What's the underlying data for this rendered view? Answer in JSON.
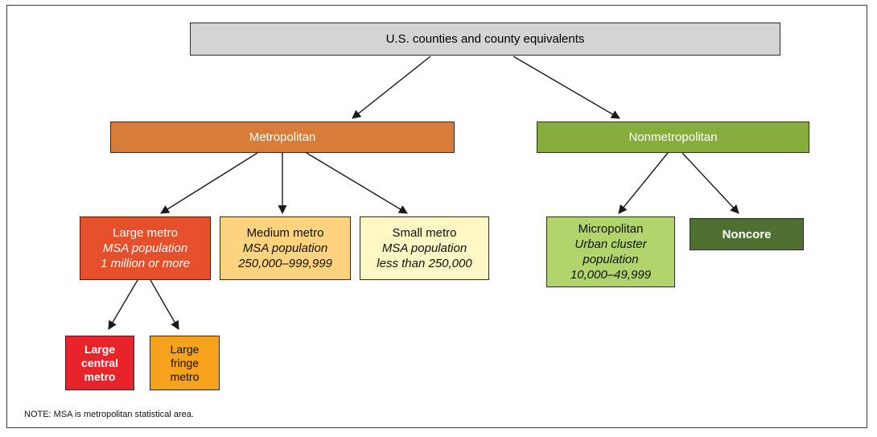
{
  "diagram": {
    "root": {
      "label": "U.S. counties and county equivalents",
      "fill": "#d4d4d4"
    },
    "metropolitan": {
      "label": "Metropolitan",
      "fill": "#d87c3a"
    },
    "nonmetropolitan": {
      "label": "Nonmetropolitan",
      "fill": "#86ad3d"
    },
    "large_metro": {
      "label": "Large metro",
      "sub1": "MSA population",
      "sub2": "1 million or more",
      "fill": "#e5502a"
    },
    "medium_metro": {
      "label": "Medium metro",
      "sub1": "MSA population",
      "sub2": "250,000–999,999",
      "fill": "#fdd37e"
    },
    "small_metro": {
      "label": "Small metro",
      "sub1": "MSA population",
      "sub2": "less than 250,000",
      "fill": "#fdf7c3"
    },
    "micropolitan": {
      "label": "Micropolitan",
      "sub1": "Urban cluster",
      "sub2": "population",
      "sub3": "10,000–49,999",
      "fill": "#b1d46c"
    },
    "noncore": {
      "label": "Noncore",
      "fill": "#4e7132"
    },
    "large_central_metro": {
      "line1": "Large",
      "line2": "central",
      "line3": "metro",
      "fill": "#e8232a"
    },
    "large_fringe_metro": {
      "line1": "Large",
      "line2": "fringe",
      "line3": "metro",
      "fill": "#f6a21c"
    },
    "edges": [
      {
        "from": "root",
        "to": "metropolitan"
      },
      {
        "from": "root",
        "to": "nonmetropolitan"
      },
      {
        "from": "metropolitan",
        "to": "large_metro"
      },
      {
        "from": "metropolitan",
        "to": "medium_metro"
      },
      {
        "from": "metropolitan",
        "to": "small_metro"
      },
      {
        "from": "nonmetropolitan",
        "to": "micropolitan"
      },
      {
        "from": "nonmetropolitan",
        "to": "noncore"
      },
      {
        "from": "large_metro",
        "to": "large_central_metro"
      },
      {
        "from": "large_metro",
        "to": "large_fringe_metro"
      }
    ]
  },
  "note": "NOTE: MSA is metropolitan statistical area."
}
